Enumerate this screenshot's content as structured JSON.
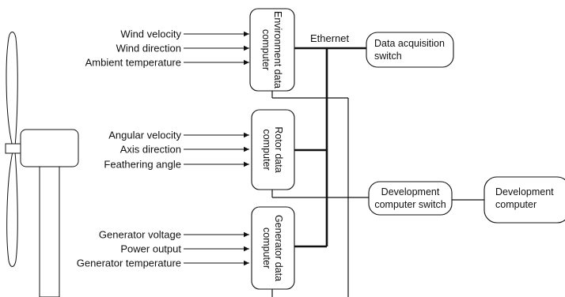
{
  "network": {
    "ethernet_label": "Ethernet"
  },
  "environment": {
    "box_line1": "Environment data",
    "box_line2": "computer",
    "inputs": [
      "Wind velocity",
      "Wind direction",
      "Ambient temperature"
    ]
  },
  "rotor": {
    "box_line1": "Rotor data",
    "box_line2": "computer",
    "inputs": [
      "Angular velocity",
      "Axis direction",
      "Feathering angle"
    ]
  },
  "generator": {
    "box_line1": "Generator data",
    "box_line2": "computer",
    "inputs": [
      "Generator voltage",
      "Power output",
      "Generator temperature"
    ]
  },
  "daq_switch": {
    "line1": "Data acquisition",
    "line2": "switch"
  },
  "dev_switch": {
    "line1": "Development",
    "line2": "computer switch"
  },
  "dev_computer": {
    "line1": "Development",
    "line2": "computer"
  }
}
